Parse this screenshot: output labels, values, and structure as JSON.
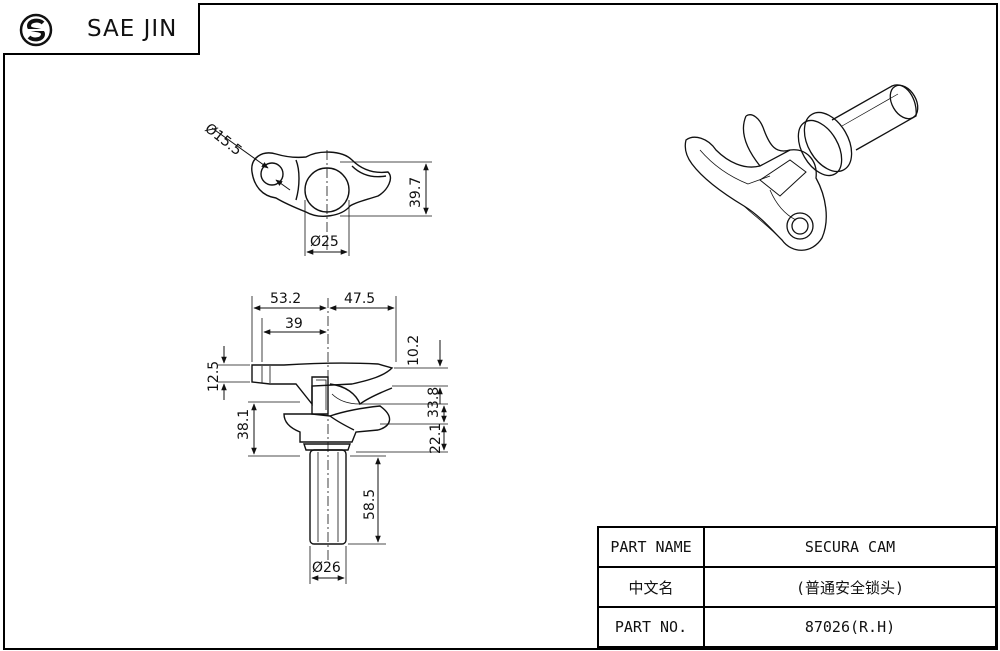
{
  "header": {
    "company_name": "SAE JIN",
    "logo_icon": "sj-monogram-icon"
  },
  "top_view": {
    "dims": {
      "hole_diameter": "Ø15.5",
      "shaft_diameter": "Ø25",
      "height": "39.7"
    }
  },
  "front_view": {
    "dims": {
      "left_width": "53.2",
      "right_width": "47.5",
      "inner_width": "39",
      "hook_height": "12.5",
      "upper_body": "38.1",
      "top_flange": "10.2",
      "groove": "33.8",
      "lower_flange": "22.1",
      "shaft_length": "58.5",
      "shaft_diameter": "Ø26"
    }
  },
  "title_block": {
    "rows": [
      {
        "label": "PART NAME",
        "value": "SECURA CAM"
      },
      {
        "label": "中文名",
        "value": "(普通安全锁头)"
      },
      {
        "label": "PART NO.",
        "value": "87026(R.H)"
      }
    ]
  }
}
